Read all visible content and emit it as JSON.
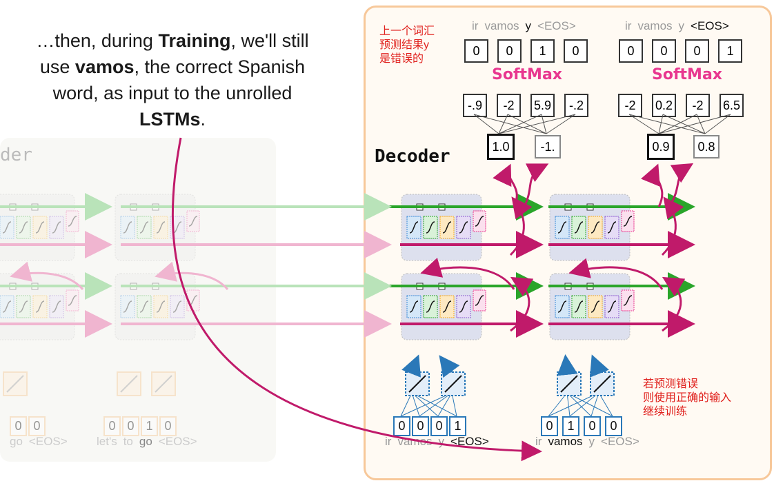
{
  "caption": {
    "line1": "…then, during ",
    "bold1": "Training",
    "line1b": ", we'll still",
    "line2a": "use ",
    "bold2": "vamos",
    "line2b": ", the correct Spanish",
    "line3": "word, as input to the unrolled",
    "bold3": "LSTMs",
    "line4b": "."
  },
  "annotations": {
    "top_zh": [
      "上一个词汇",
      "预测结果y",
      "是错误的"
    ],
    "bottom_zh": [
      "若预测错误",
      "则使用正确的输入",
      "继续训练"
    ]
  },
  "decoder_label": "Decoder",
  "encoder_label_partial": "der",
  "softmax_label": "SoftMax",
  "vocab": [
    "ir",
    "vamos",
    "y",
    "<EOS>"
  ],
  "left_output": {
    "highlight_index": 2,
    "onehot": [
      "0",
      "0",
      "1",
      "0"
    ],
    "logits": [
      "-.9",
      "-2",
      "5.9",
      "-.2"
    ],
    "hidden": [
      "1.0",
      "-1."
    ]
  },
  "right_output": {
    "highlight_index": 3,
    "onehot": [
      "0",
      "0",
      "0",
      "1"
    ],
    "logits": [
      "-2",
      "0.2",
      "-2",
      "6.5"
    ],
    "hidden": [
      "0.9",
      "0.8"
    ]
  },
  "decoder_inputs": [
    {
      "onehot": [
        "0",
        "0",
        "0",
        "1"
      ],
      "highlight_index": 3
    },
    {
      "onehot": [
        "0",
        "1",
        "0",
        "0"
      ],
      "highlight_index": 1
    }
  ],
  "encoder_faded": {
    "words_left": [
      "go",
      "<EOS>"
    ],
    "onehot_left": [
      "0",
      "0"
    ],
    "words_right": [
      "let's",
      "to",
      "go",
      "<EOS>"
    ],
    "onehot_right": [
      "0",
      "0",
      "1",
      "0"
    ]
  },
  "colors": {
    "accent_pink": "#e8378f",
    "arrow_green": "#2aa52a",
    "arrow_magenta": "#c01a6a",
    "panel_border": "#f7c89a",
    "panel_bg": "#fffaf3",
    "embed_blue": "#2a78b8",
    "annotation_red": "#e0201c"
  }
}
